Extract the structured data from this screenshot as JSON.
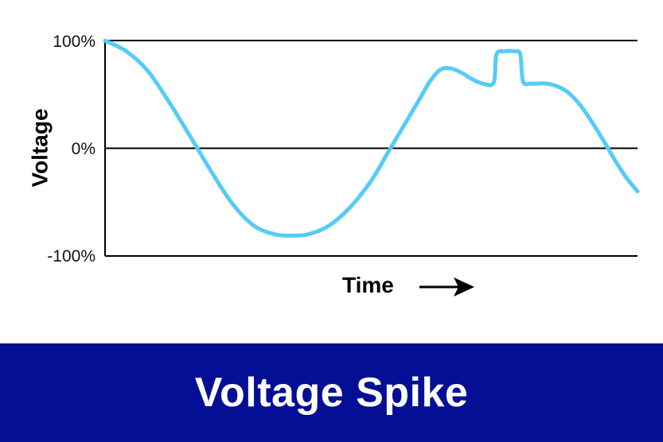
{
  "banner": {
    "title": "Voltage Spike"
  },
  "colors": {
    "line": "#55ccf5",
    "banner": "#040f95",
    "axis": "#000000"
  },
  "chart_data": {
    "type": "line",
    "title": "Voltage Spike",
    "xlabel": "Time",
    "ylabel": "Voltage",
    "y_unit": "%",
    "y_ticks": [
      {
        "value": 100,
        "label": "100%"
      },
      {
        "value": 0,
        "label": "0%"
      },
      {
        "value": -100,
        "label": "-100%"
      }
    ],
    "ylim": [
      -100,
      100
    ],
    "xlim": [
      0,
      100
    ],
    "grid": "horizontal lines at 100%, 0% and -100%",
    "x_axis_arrow": "right",
    "series": [
      {
        "points": [
          [
            0,
            100
          ],
          [
            4,
            90
          ],
          [
            8,
            72
          ],
          [
            12,
            43
          ],
          [
            16,
            11
          ],
          [
            20,
            -22
          ],
          [
            24,
            -52
          ],
          [
            28,
            -72
          ],
          [
            32,
            -80
          ],
          [
            35,
            -81
          ],
          [
            38,
            -80
          ],
          [
            42,
            -72
          ],
          [
            46,
            -55
          ],
          [
            50,
            -30
          ],
          [
            53,
            -5
          ],
          [
            56,
            20
          ],
          [
            59,
            45
          ],
          [
            61,
            62
          ],
          [
            63,
            73
          ],
          [
            65,
            74
          ],
          [
            67,
            70
          ],
          [
            69,
            64
          ],
          [
            71,
            60
          ],
          [
            73,
            61
          ],
          [
            73.5,
            87
          ],
          [
            75,
            90
          ],
          [
            77,
            90
          ],
          [
            78,
            87
          ],
          [
            78.5,
            62
          ],
          [
            80,
            60
          ],
          [
            83,
            60
          ],
          [
            86,
            55
          ],
          [
            88,
            47
          ],
          [
            90,
            35
          ],
          [
            93,
            12
          ],
          [
            96,
            -13
          ],
          [
            98,
            -28
          ],
          [
            100,
            -40
          ]
        ],
        "features": "sine-like wave with a short voltage spike near 75% of the time axis"
      }
    ]
  }
}
